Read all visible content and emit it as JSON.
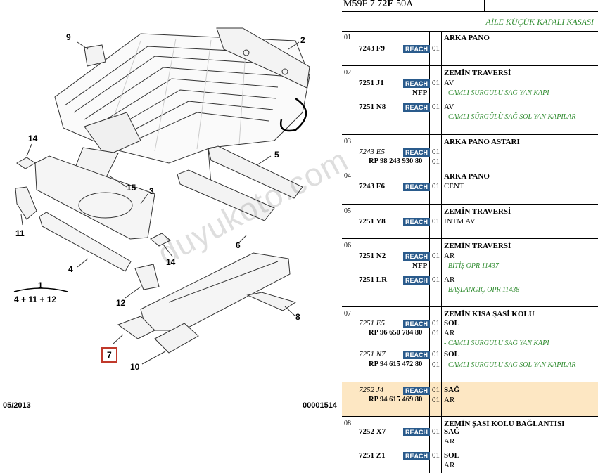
{
  "diagram": {
    "callouts": {
      "n1": "1",
      "n2": "2",
      "n3": "3",
      "n4": "4",
      "n5": "5",
      "n6": "6",
      "n7": "7",
      "n8": "8",
      "n9": "9",
      "n10": "10",
      "n11": "11",
      "n12": "12",
      "n14a": "14",
      "n14b": "14",
      "n15": "15",
      "assembly_formula": "4 + 11 + 12"
    },
    "date_code": "05/2013",
    "drawing_number": "00001514",
    "watermark": "duyukoto.com",
    "highlight_color": "#c0392b"
  },
  "panel": {
    "header_code_pre": "M59F 7 7",
    "header_code_bold": "2E",
    "header_code_post": " 50A",
    "title": "AİLE KÜÇÜK KAPALI KASASI",
    "reach_label": "REACH",
    "groups": [
      {
        "num": "01",
        "title": "ARKA PANO",
        "r0": {
          "ref": "7243 F9",
          "qty": "01"
        }
      },
      {
        "num": "02",
        "title": "ZEMİN TRAVERSİ",
        "r0": {
          "ref": "7251 J1",
          "qty": "01",
          "desc": "AV",
          "nfp": "NFP",
          "note": "- CAMLI SÜRGÜLÜ SAĞ YAN KAPI"
        },
        "r1": {
          "ref": "7251 N8",
          "qty": "01",
          "desc": "AV",
          "note": "- CAMLI SÜRGÜLÜ SAĞ SOL YAN KAPILAR"
        }
      },
      {
        "num": "03",
        "title": "ARKA PANO ASTARI",
        "r0": {
          "ref": "7243 E5",
          "qty": "01",
          "rp": "RP 98 243 930 80",
          "rpqty": "01"
        }
      },
      {
        "num": "04",
        "title": "ARKA PANO",
        "r0": {
          "ref": "7243 F6",
          "qty": "01",
          "desc": "CENT"
        }
      },
      {
        "num": "05",
        "title": "ZEMİN TRAVERSİ",
        "r0": {
          "ref": "7251 Y8",
          "qty": "01",
          "desc": "INTM AV"
        }
      },
      {
        "num": "06",
        "title": "ZEMİN TRAVERSİ",
        "r0": {
          "ref": "7251 N2",
          "qty": "01",
          "desc": "AR",
          "nfp": "NFP",
          "note": "- BİTİŞ OPR 11437"
        },
        "r1": {
          "ref": "7251 LR",
          "qty": "01",
          "desc": "AR",
          "note": "- BAŞLANGIÇ OPR 11438"
        }
      },
      {
        "num": "07",
        "title": "ZEMİN KISA ŞASİ KOLU",
        "r0": {
          "ref": "7251 E5",
          "qty": "01",
          "desc": "SOL",
          "rp": "RP 96 650 784 80",
          "rpqty": "01",
          "desc2": "AR",
          "note": "- CAMLI SÜRGÜLÜ SAĞ YAN KAPI"
        },
        "r1": {
          "ref": "7251 N7",
          "qty": "01",
          "desc": "SOL",
          "rp": "RP 94 615 472 80",
          "rpqty": "01",
          "note": "- CAMLI SÜRGÜLÜ SAĞ SOL YAN KAPILAR"
        }
      },
      {
        "num": "",
        "title": "",
        "r0": {
          "ref": "7252 J4",
          "qty": "01",
          "desc": "SAĞ",
          "rp": "RP 94 615 469 80",
          "rpqty": "01",
          "desc2": "AR"
        }
      },
      {
        "num": "08",
        "title": "ZEMİN ŞASİ KOLU BAĞLANTISI",
        "r0": {
          "ref": "7252 X7",
          "qty": "01",
          "desc": "SAĞ",
          "desc2": "AR"
        },
        "r1": {
          "ref": "7251 Z1",
          "qty": "01",
          "desc": "SOL",
          "desc2": "AR"
        }
      }
    ]
  }
}
